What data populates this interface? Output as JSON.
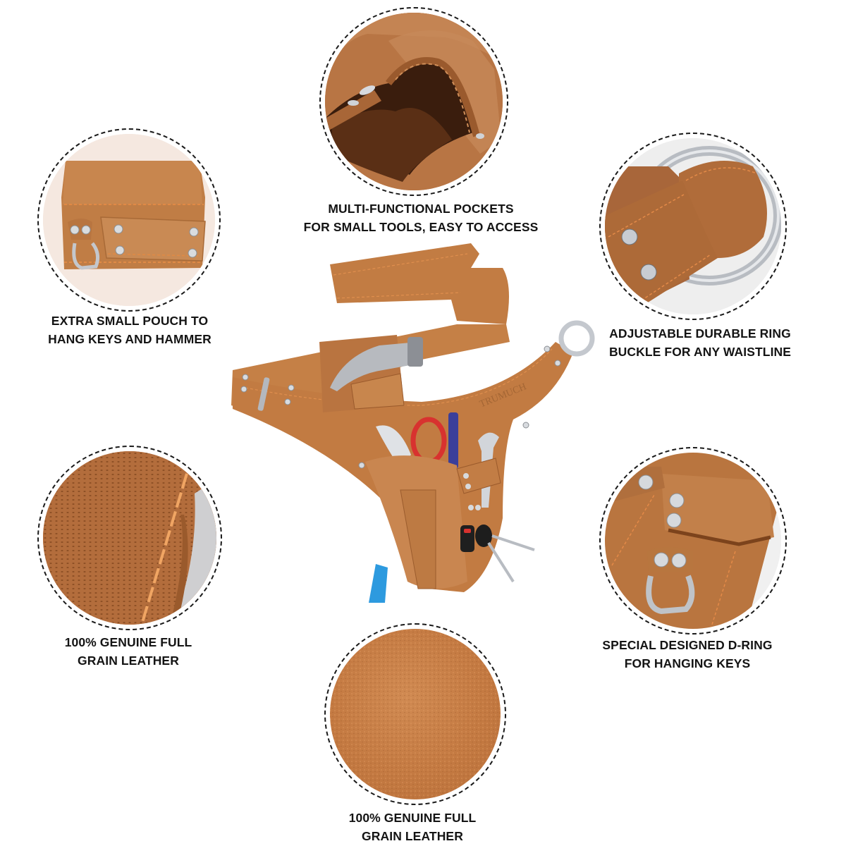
{
  "infographic": {
    "subject": "Leather tool belt with tools",
    "brand_emboss": "TRUMUCH",
    "colors": {
      "leather": "#c07a3e",
      "leather_dark": "#8e4f22",
      "leather_light": "#d39257",
      "stitch": "#e8914a",
      "metal": "#c9ccd1",
      "caption_text": "#141414",
      "dashed_border": "#1a1a1a",
      "background": "#ffffff"
    },
    "features": [
      {
        "id": "pockets",
        "position": "top-center",
        "line1": "MULTI-FUNCTIONAL POCKETS",
        "line2": "FOR SMALL TOOLS, EASY TO ACCESS"
      },
      {
        "id": "pouch",
        "position": "top-left",
        "line1": "EXTRA SMALL POUCH TO",
        "line2": "HANG KEYS AND HAMMER"
      },
      {
        "id": "buckle",
        "position": "top-right",
        "line1": "ADJUSTABLE DURABLE RING",
        "line2": "BUCKLE FOR ANY WAISTLINE"
      },
      {
        "id": "grain-stitch",
        "position": "middle-left",
        "line1": "100% GENUINE FULL",
        "line2": "GRAIN LEATHER"
      },
      {
        "id": "d-ring",
        "position": "middle-right",
        "line1": "SPECIAL DESIGNED D-RING",
        "line2": "FOR HANGING KEYS"
      },
      {
        "id": "grain-suede",
        "position": "bottom-center",
        "line1": "100% GENUINE FULL",
        "line2": "GRAIN LEATHER"
      }
    ]
  }
}
